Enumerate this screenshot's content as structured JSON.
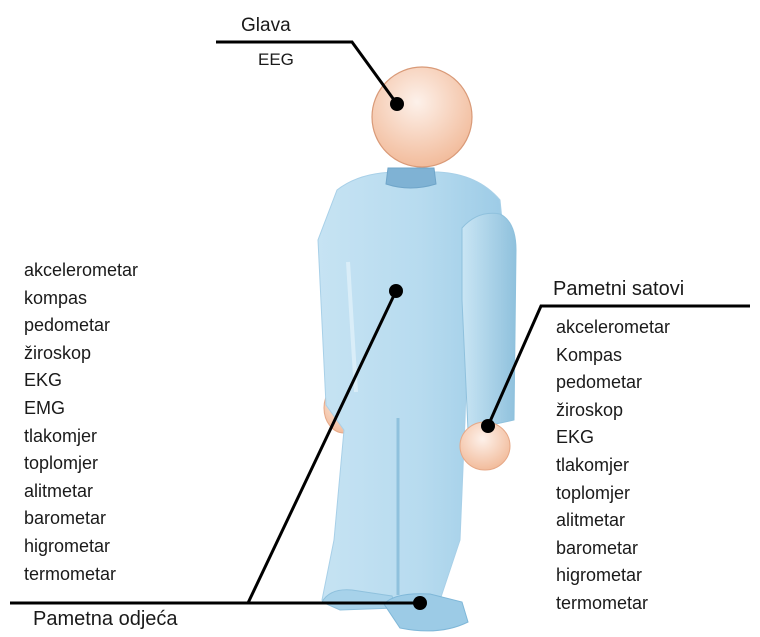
{
  "head": {
    "title": "Glava",
    "sensors": [
      "EEG"
    ]
  },
  "smart_clothing": {
    "title": "Pametna odjeća",
    "sensors": [
      "akcelerometar",
      "kompas",
      "pedometar",
      "žiroskop",
      "EKG",
      "EMG",
      "tlakomjer",
      "toplomjer",
      "alitmetar",
      "barometar",
      "higrometar",
      "termometar"
    ]
  },
  "smart_watches": {
    "title": "Pametni satovi",
    "sensors": [
      "akcelerometar",
      "Kompas",
      "pedometar",
      "žiroskop",
      "EKG",
      "tlakomjer",
      "toplomjer",
      "alitmetar",
      "barometar",
      "higrometar",
      "termometar"
    ]
  },
  "colors": {
    "skin": "#f6c9ad",
    "skin_light": "#fdeee4",
    "body": "#b9dcef",
    "body_light": "#d9edf8",
    "body_shadow": "#8fc1dd",
    "collar": "#7fb2d4",
    "line": "#000000"
  }
}
